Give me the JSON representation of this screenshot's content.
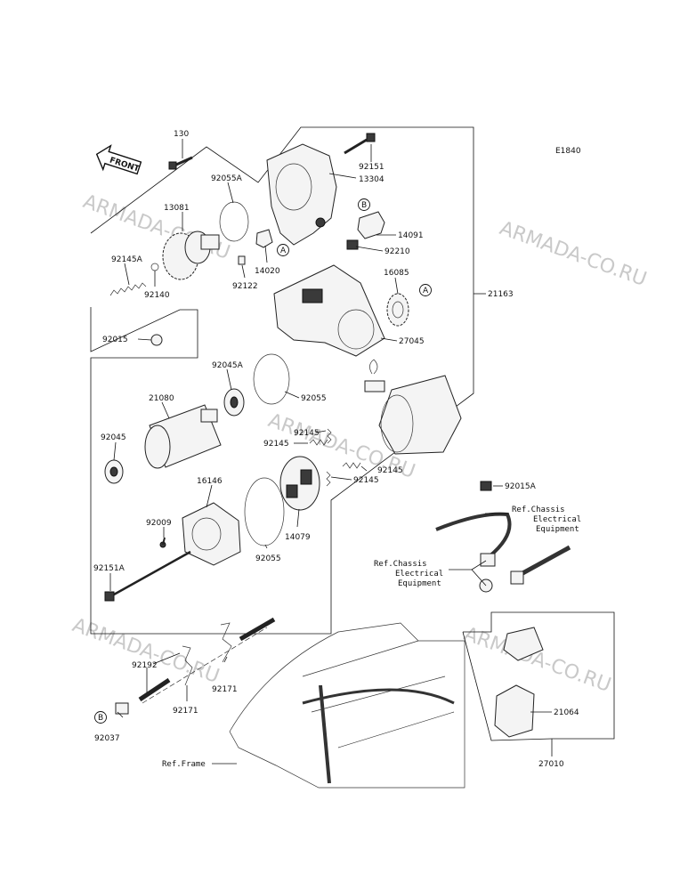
{
  "diagram_id": "E1840",
  "front_label": "FRONT",
  "watermark": "ARMADA-CO.RU",
  "callouts": {
    "circle_a": "A",
    "circle_b": "B"
  },
  "parts": [
    "130",
    "92151",
    "13304",
    "92055A",
    "14091",
    "13081",
    "92210",
    "14020",
    "92145A",
    "16085",
    "21163",
    "92122",
    "92140",
    "27045",
    "92015",
    "92045A",
    "92055",
    "21080",
    "92145",
    "92045",
    "16146",
    "92015A",
    "92009",
    "14079",
    "92151A",
    "92192",
    "92171",
    "92037",
    "21064",
    "27010"
  ],
  "references": {
    "chassis_right": [
      "Ref.Chassis",
      "Electrical",
      "Equipment"
    ],
    "chassis_left": [
      "Ref.Chassis",
      "Electrical",
      "Equipment"
    ],
    "frame": "Ref.Frame"
  },
  "colors": {
    "line": "#111111",
    "watermark": "#c9c9c9",
    "background": "#ffffff"
  }
}
